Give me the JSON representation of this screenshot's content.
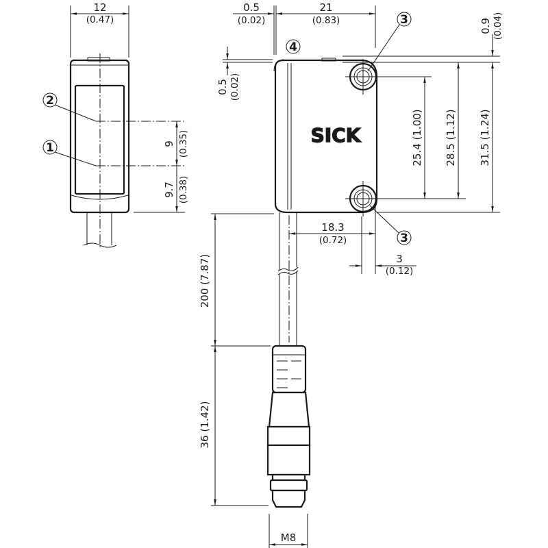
{
  "brand_logo": "SICK",
  "markers": {
    "m1": "1",
    "m2": "2",
    "m3": "3",
    "m4": "4"
  },
  "dims": {
    "width_12": {
      "mm": "12",
      "in": "(0.47)"
    },
    "offset_9": {
      "mm": "9",
      "in": "(0.35)"
    },
    "offset_9_7": {
      "mm": "9.7",
      "in": "(0.38)"
    },
    "top_0_5": {
      "mm": "0.5",
      "in": "(0.02)"
    },
    "width_21": {
      "mm": "21",
      "in": "(0.83)"
    },
    "top_0_9": {
      "mm": "0.9",
      "in": "(0.04)"
    },
    "left_0_5": {
      "mm": "0.5",
      "in": "(0.02)"
    },
    "h_25_4": {
      "label": "25.4 (1.00)"
    },
    "h_28_5": {
      "label": "28.5 (1.12)"
    },
    "h_31_5": {
      "label": "31.5 (1.24)"
    },
    "w_18_3": {
      "mm": "18.3",
      "in": "(0.72)"
    },
    "w_3": {
      "mm": "3",
      "in": "(0.12)"
    },
    "cable_200": {
      "label": "200 (7.87)"
    },
    "conn_36": {
      "label": "36 (1.42)"
    },
    "thread": {
      "label": "M8"
    }
  }
}
